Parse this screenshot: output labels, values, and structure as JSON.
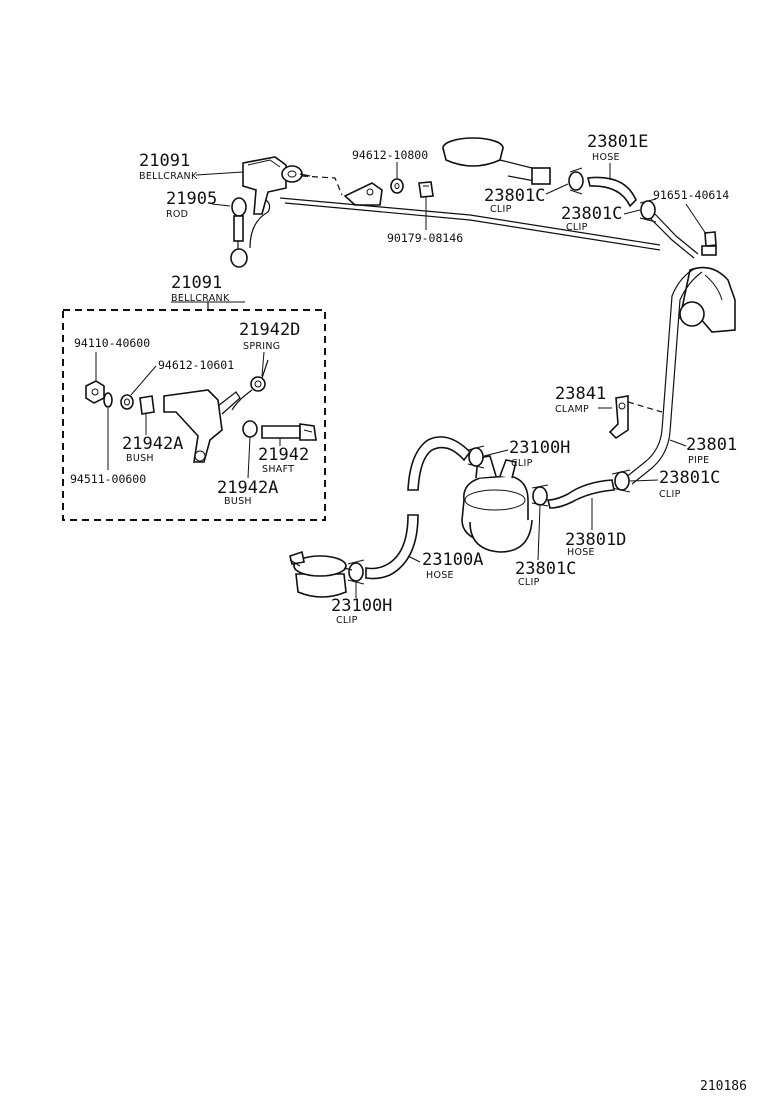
{
  "parts": {
    "bellcrank_top": {
      "number": "21091",
      "label": "BELLCRANK"
    },
    "rod": {
      "number": "21905",
      "label": "ROD"
    },
    "washer_94612_10800": {
      "number": "94612-10800"
    },
    "nut_90179_08146": {
      "number": "90179-08146"
    },
    "hose_23801e": {
      "number": "23801E",
      "label": "HOSE"
    },
    "clip_23801c_top": {
      "number": "23801C",
      "label": "CLIP"
    },
    "clip_23801c_upper_right": {
      "number": "23801C",
      "label": "CLIP"
    },
    "bolt_91651_40614": {
      "number": "91651-40614"
    },
    "bellcrank_group": {
      "number": "21091",
      "label": "BELLCRANK"
    },
    "nut_94110_40600": {
      "number": "94110-40600"
    },
    "washer_94612_10601": {
      "number": "94612-10601"
    },
    "spring_21942d": {
      "number": "21942D",
      "label": "SPRING"
    },
    "bush_21942a_left": {
      "number": "21942A",
      "label": "BUSH"
    },
    "shaft_21942": {
      "number": "21942",
      "label": "SHAFT"
    },
    "bush_21942a_bottom": {
      "number": "21942A",
      "label": "BUSH"
    },
    "washer_94511_00600": {
      "number": "94511-00600"
    },
    "clamp_23841": {
      "number": "23841",
      "label": "CLAMP"
    },
    "pipe_23801": {
      "number": "23801",
      "label": "PIPE"
    },
    "clip_23801c_mid_right": {
      "number": "23801C",
      "label": "CLIP"
    },
    "clip_23100h_top": {
      "number": "23100H",
      "label": "CLIP"
    },
    "hose_23801d": {
      "number": "23801D",
      "label": "HOSE"
    },
    "clip_23801c_bottom": {
      "number": "23801C",
      "label": "CLIP"
    },
    "hose_23100a": {
      "number": "23100A",
      "label": "HOSE"
    },
    "clip_23100h_bottom": {
      "number": "23100H",
      "label": "CLIP"
    }
  },
  "figure_id": "210186"
}
